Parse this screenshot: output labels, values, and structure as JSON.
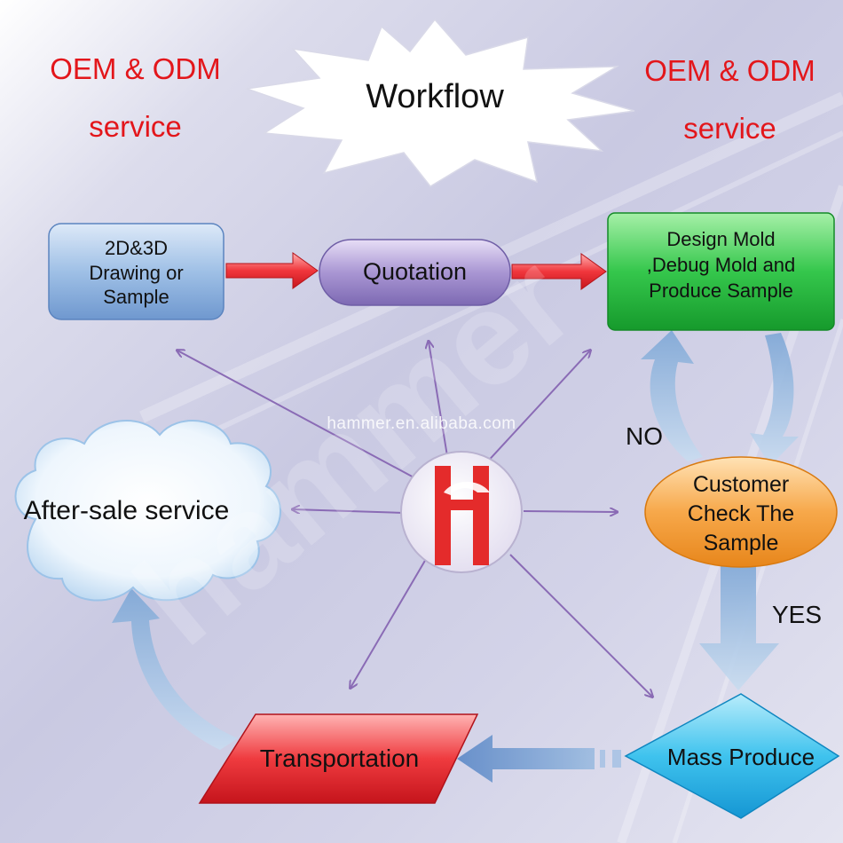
{
  "header": {
    "left_title_line1": "OEM & ODM",
    "left_title_line2": "service",
    "right_title_line1": "OEM & ODM",
    "right_title_line2": "service",
    "center_title": "Workflow"
  },
  "nodes": {
    "drawing_line1": "2D&3D",
    "drawing_line2": "Drawing or",
    "drawing_line3": "Sample",
    "quotation": "Quotation",
    "design_line1": "Design Mold",
    "design_line2": ",Debug Mold and",
    "design_line3": "Produce Sample",
    "check_line1": "Customer",
    "check_line2": "Check The",
    "check_line3": "Sample",
    "mass_produce": "Mass Produce",
    "transportation": "Transportation",
    "after_sale": "After-sale service"
  },
  "edge_labels": {
    "no": "NO",
    "yes": "YES"
  },
  "watermark": {
    "url": "hammer.en.alibaba.com",
    "brand": "hammer"
  },
  "colors": {
    "title_red": "#e3161b",
    "drawing_blue": "#8fb3dc",
    "quotation_purple": "#9d8dc6",
    "design_green": "#2fbf4a",
    "check_orange": "#f5a23a",
    "mass_cyan": "#1fb6ea",
    "transport_red": "#e8222c",
    "spoke_purple": "#8a6bb5",
    "flow_arrow_blue": "#8fb3d8"
  },
  "icons": {
    "center_logo": "hammer-logo-icon"
  }
}
